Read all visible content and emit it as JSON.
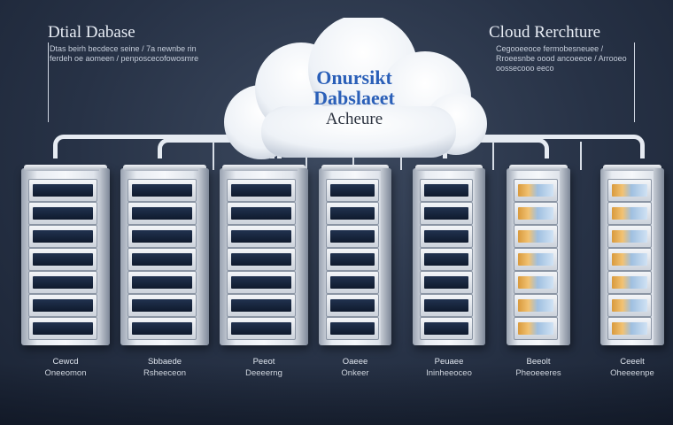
{
  "header": {
    "left_title": "Dtial Dabase",
    "left_subtitle": "Dtas beirh becdece seine / 7a newnbe rin ferdeh oe aomeen / penposcecofowosmre",
    "right_title": "Cloud Rerchture",
    "right_subtitle": "Cegooeeoce fermobesneuee / Rroeesnbe oood ancoeeoe / Arrooeo oossecooo eeco"
  },
  "cloud": {
    "line1": "Onursikt",
    "line2": "Dabslaeet",
    "line3": "Acheure",
    "color_line1": "#2a5fb8",
    "color_line2": "#2a5fb8",
    "color_line3": "#2c3340"
  },
  "servers": [
    {
      "label1": "Cewcd",
      "label2": "Oneeomon",
      "style": "dark"
    },
    {
      "label1": "Sbbaede",
      "label2": "Rsheeceon",
      "style": "dark"
    },
    {
      "label1": "Peeot",
      "label2": "Deeeerng",
      "style": "dark"
    },
    {
      "label1": "Oaeee",
      "label2": "Onkeer",
      "style": "dark"
    },
    {
      "label1": "Peuaee",
      "label2": "Ininheeoceo",
      "style": "dark"
    },
    {
      "label1": "Beeolt",
      "label2": "Pheoeeeres",
      "style": "orange"
    },
    {
      "label1": "Ceeelt",
      "label2": "Oheeeenpe",
      "style": "orange"
    }
  ],
  "colors": {
    "background": "#273246",
    "drawer_screen": "#1a2942",
    "accent_orange": "#e3a44a",
    "cloud_text_blue": "#2a5fb8"
  }
}
